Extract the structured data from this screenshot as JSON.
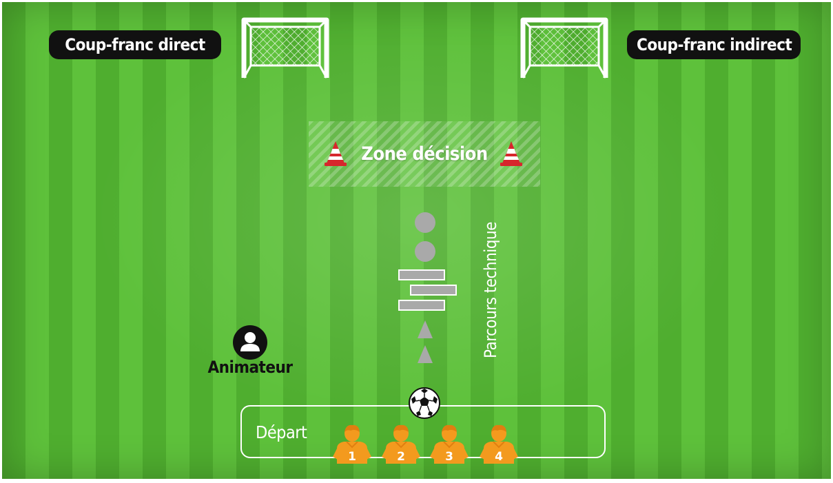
{
  "labels": {
    "direct_free_kick": "Coup-franc direct",
    "indirect_free_kick": "Coup-franc indirect",
    "decision_zone": "Zone décision",
    "technical_course": "Parcours technique",
    "coach": "Animateur",
    "start": "Départ"
  },
  "players": [
    "1",
    "2",
    "3",
    "4"
  ],
  "colors": {
    "pitch_dark": "#4fae2f",
    "pitch_light": "#5ec13b",
    "player": "#f39a1e",
    "cone_red": "#d7262c",
    "obstacle": "#a9a9a9"
  },
  "icons": {
    "goals": "goal-icon",
    "cones": "cone-icon",
    "coach": "person-icon",
    "ball": "soccer-ball-icon",
    "players": "player-icon"
  }
}
